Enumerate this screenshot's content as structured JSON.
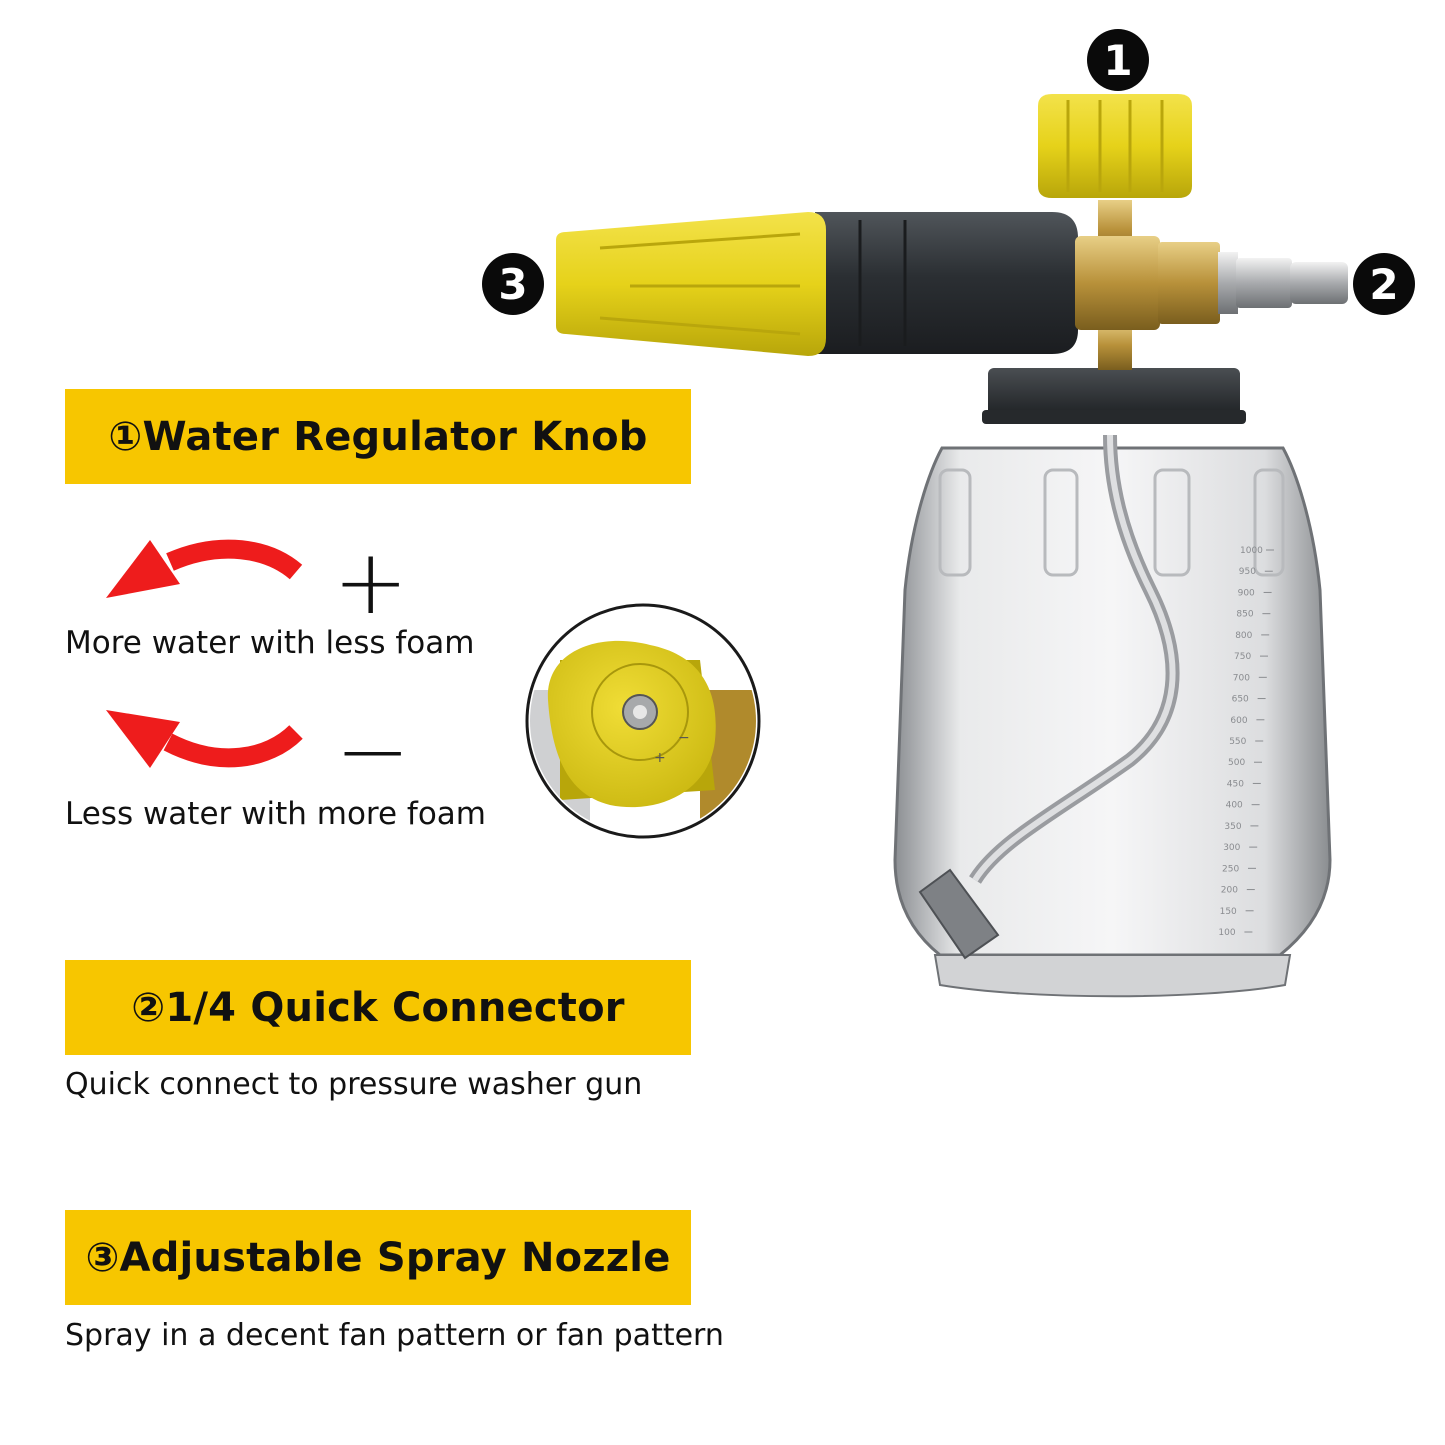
{
  "features": [
    {
      "marker": "1",
      "title": "①Water Regulator Knob"
    },
    {
      "marker": "2",
      "title": "②1/4 Quick Connector",
      "description": "Quick connect to pressure washer gun"
    },
    {
      "marker": "3",
      "title": "③Adjustable Spray Nozzle",
      "description": "Spray in a decent fan pattern or fan pattern"
    }
  ],
  "adjustment": {
    "more": {
      "symbol": "+",
      "text": "More water with less foam",
      "icon": "red-curved-arrow-left"
    },
    "less": {
      "symbol": "−",
      "text": "Less water with more foam",
      "icon": "red-curved-arrow-left"
    }
  },
  "knob_detail": {
    "plus_mark": "+",
    "minus_mark": "−"
  },
  "bottle_scale": [
    "1000",
    "950",
    "900",
    "850",
    "800",
    "750",
    "700",
    "650",
    "600",
    "550",
    "500",
    "450",
    "400",
    "350",
    "300",
    "250",
    "200",
    "150",
    "100"
  ],
  "colors": {
    "accent_yellow": "#f7c600",
    "arrow_red": "#ee1c1c",
    "marker_black": "#0a0a0a",
    "body_dark": "#2e3236",
    "brass": "#c9a34a"
  }
}
